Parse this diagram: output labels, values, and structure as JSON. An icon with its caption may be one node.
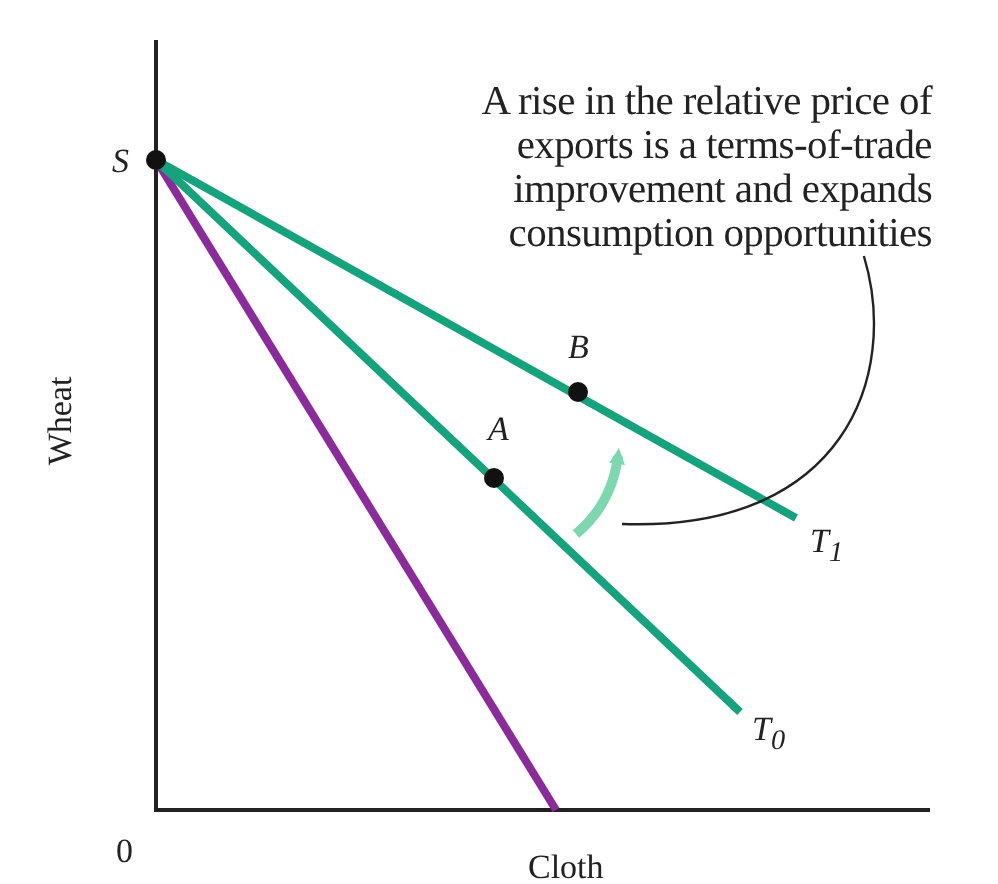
{
  "diagram": {
    "nodes": [
      {
        "text": [
          "A rise in the relative price of exports is a terms-of-trade improvement and expands consumption opportunities"
        ]
      },
      {
        "text": [],
        "shape": "arrow"
      }
    ],
    "edges": [
      {
        "from": 0,
        "to": 1,
        "arrow": "none"
      }
    ],
    "labels": [
      "S",
      "B",
      "A",
      "T$_{1}$",
      "T$_{0}$",
      "Wheat",
      "0",
      "Cloth"
    ]
  }
}
